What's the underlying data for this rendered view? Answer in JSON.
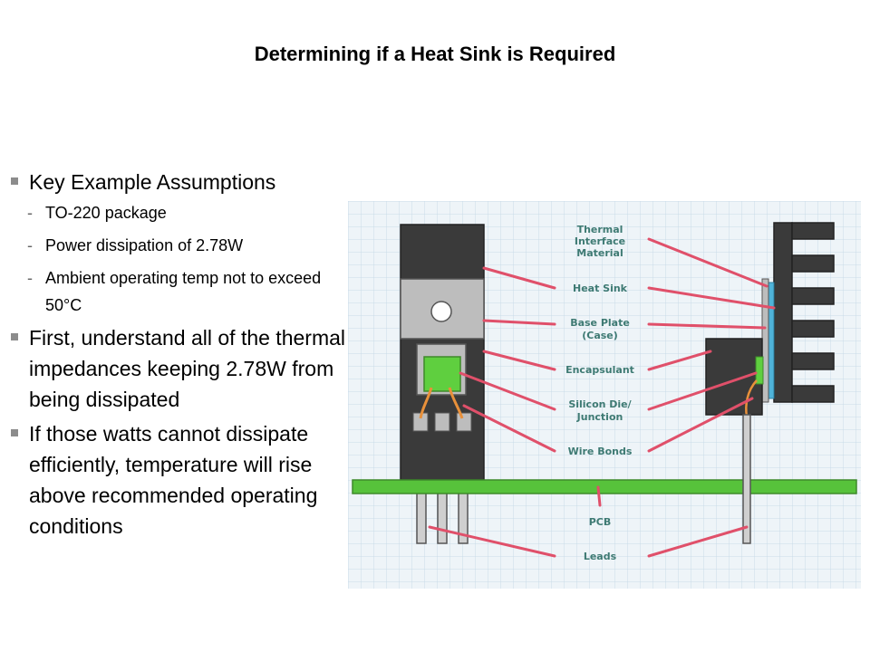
{
  "slide": {
    "title": "Determining if a Heat Sink is Required"
  },
  "bullets": [
    {
      "text": "Key Example Assumptions",
      "sub": [
        "TO-220 package",
        "Power dissipation of 2.78W",
        "Ambient operating temp not to exceed 50°C"
      ]
    },
    {
      "text": "First, understand all of the thermal impedances keeping 2.78W from being dissipated",
      "sub": []
    },
    {
      "text": "If those watts cannot dissipate efficiently, temperature will rise above recommended operating conditions",
      "sub": []
    }
  ],
  "diagram": {
    "labels": {
      "tim_1": "Thermal",
      "tim_2": "Interface",
      "tim_3": "Material",
      "heat_sink": "Heat Sink",
      "base_1": "Base Plate",
      "base_2": "(Case)",
      "encapsulant": "Encapsulant",
      "die_1": "Silicon Die/",
      "die_2": "Junction",
      "wire_bonds": "Wire Bonds",
      "pcb": "PCB",
      "leads": "Leads"
    },
    "colors": {
      "grid_bg": "#eef4f8",
      "grid_line": "#c9dbe8",
      "package": "#3a3a3a",
      "tab": "#bdbdbd",
      "die": "#5fcf3f",
      "pcb": "#57c23b",
      "leader": "#e0506a",
      "wire": "#e8903a",
      "tim": "#4fb3d9",
      "label": "#3e7a73"
    }
  }
}
